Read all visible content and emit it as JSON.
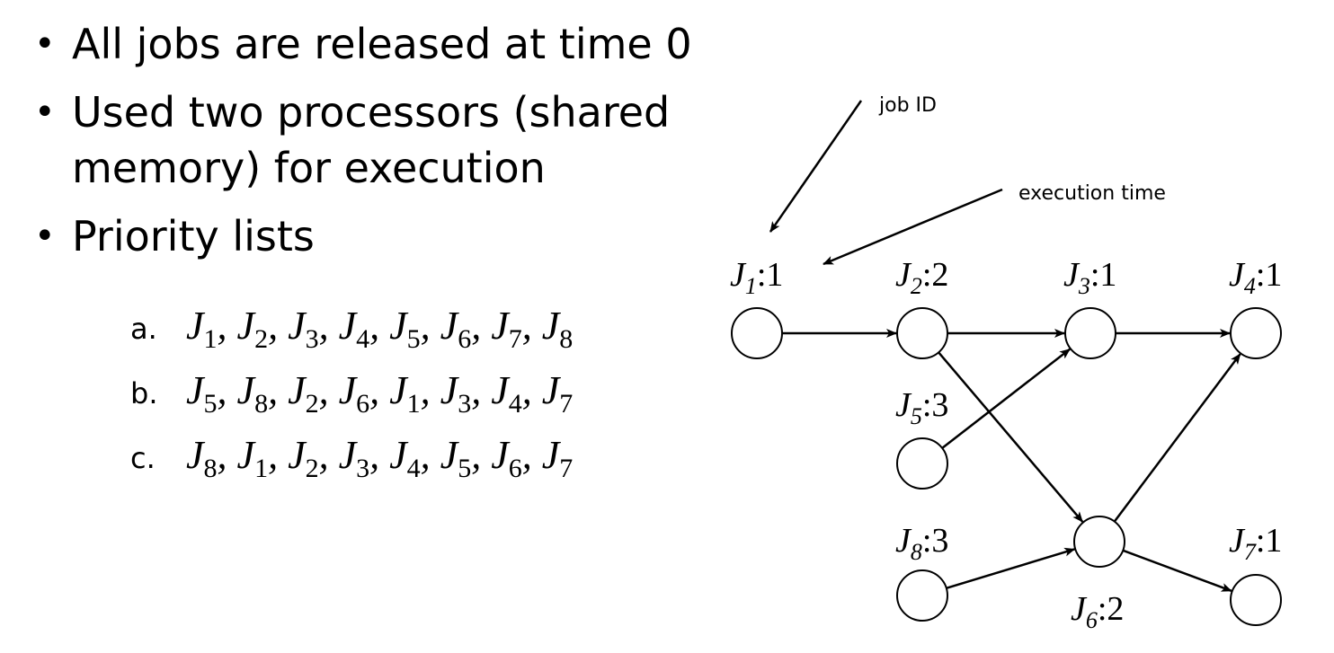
{
  "bullets": [
    "All jobs are released at time 0",
    "Used two processors (shared memory) for execution",
    "Priority lists"
  ],
  "bullet_glyph": "•",
  "priority_lists": [
    {
      "marker": "a.",
      "jobs": [
        "1",
        "2",
        "3",
        "4",
        "5",
        "6",
        "7",
        "8"
      ]
    },
    {
      "marker": "b.",
      "jobs": [
        "5",
        "8",
        "2",
        "6",
        "1",
        "3",
        "4",
        "7"
      ]
    },
    {
      "marker": "c.",
      "jobs": [
        "8",
        "1",
        "2",
        "3",
        "4",
        "5",
        "6",
        "7"
      ]
    }
  ],
  "diagram": {
    "annotations": {
      "job_id": "job ID",
      "execution_time": "execution time"
    },
    "jobs": [
      {
        "id": "1",
        "time": "1"
      },
      {
        "id": "2",
        "time": "2"
      },
      {
        "id": "3",
        "time": "1"
      },
      {
        "id": "4",
        "time": "1"
      },
      {
        "id": "5",
        "time": "3"
      },
      {
        "id": "6",
        "time": "2"
      },
      {
        "id": "7",
        "time": "1"
      },
      {
        "id": "8",
        "time": "3"
      }
    ],
    "edges": [
      [
        "1",
        "2"
      ],
      [
        "2",
        "3"
      ],
      [
        "3",
        "4"
      ],
      [
        "2",
        "6"
      ],
      [
        "5",
        "3"
      ],
      [
        "6",
        "4"
      ],
      [
        "6",
        "7"
      ],
      [
        "8",
        "6"
      ]
    ]
  }
}
